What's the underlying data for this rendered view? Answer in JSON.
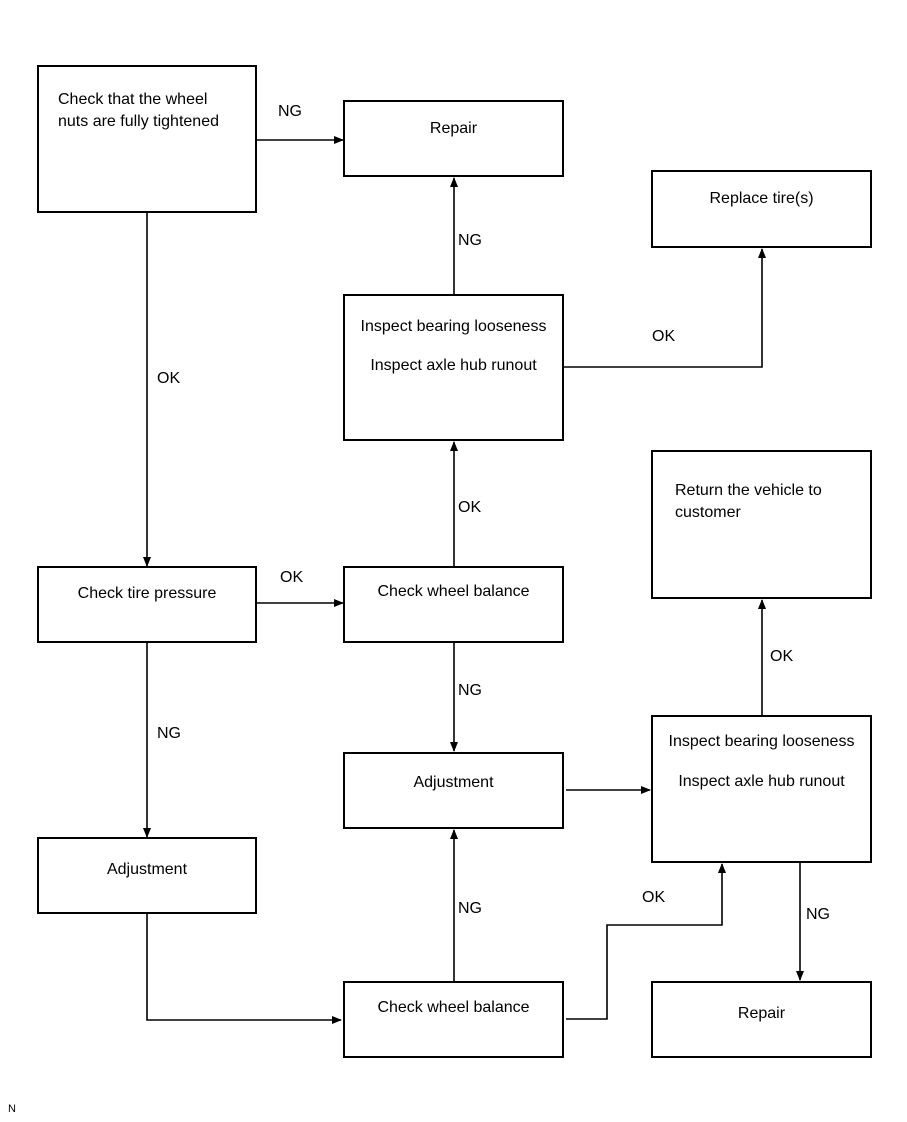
{
  "boxes": {
    "check_nuts": "Check that the wheel\nnuts are fully tightened",
    "repair_top": "Repair",
    "replace_tires": "Replace tire(s)",
    "inspect_top_bearing": "Inspect bearing looseness",
    "inspect_top_hub": "Inspect axle hub runout",
    "return_vehicle": "Return the vehicle to\ncustomer",
    "check_tire_pressure": "Check tire pressure",
    "check_balance_top": "Check wheel balance",
    "adjustment_middle": "Adjustment",
    "inspect_bottom_bearing": "Inspect bearing looseness",
    "inspect_bottom_hub": "Inspect axle hub runout",
    "adjustment_left": "Adjustment",
    "check_balance_bottom": "Check wheel balance",
    "repair_bottom": "Repair"
  },
  "labels": {
    "ng_nuts_repair": "NG",
    "ng_inspect_repair": "NG",
    "ok_inspect_replace": "OK",
    "ok_nuts_pressure": "OK",
    "ok_balance_inspect": "OK",
    "ok_pressure_balance": "OK",
    "ok_inspect_return": "OK",
    "ng_balance_adjust": "NG",
    "ng_pressure_adjust": "NG",
    "ok_balance_inspect_bottom": "OK",
    "ng_inspect_repair_bottom": "NG",
    "ng_balance_adjust_middle": "NG"
  },
  "footer_mark": "N"
}
